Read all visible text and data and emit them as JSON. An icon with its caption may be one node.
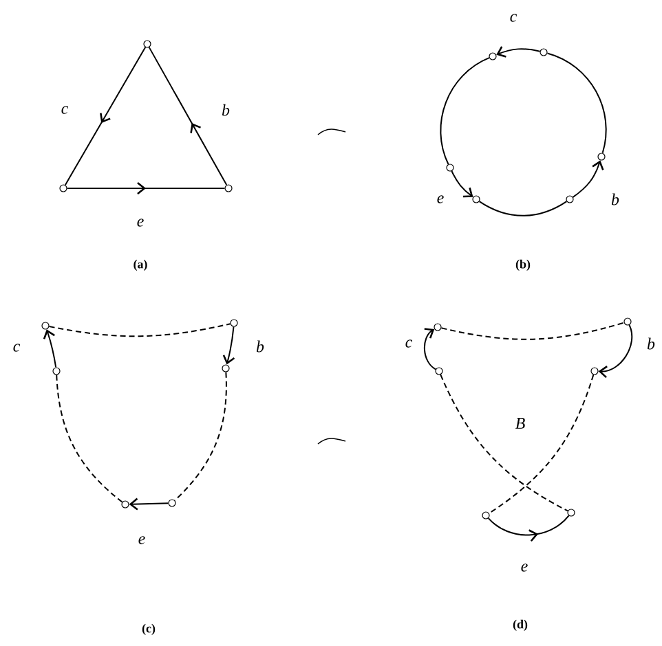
{
  "diagram": {
    "nodes": [
      {
        "text": [],
        "shape": "circle"
      },
      {
        "text": [],
        "shape": "circle"
      },
      {
        "text": [],
        "shape": "circle"
      },
      {
        "text": [],
        "shape": "circle"
      },
      {
        "text": [],
        "shape": "circle"
      },
      {
        "text": [],
        "shape": "circle"
      },
      {
        "text": [],
        "shape": "circle"
      },
      {
        "text": [],
        "shape": "circle"
      },
      {
        "text": [],
        "shape": "circle"
      },
      {
        "text": [],
        "shape": "circle"
      },
      {
        "text": [],
        "shape": "circle"
      },
      {
        "text": [],
        "shape": "circle"
      },
      {
        "text": [],
        "shape": "circle"
      },
      {
        "text": [],
        "shape": "circle"
      },
      {
        "text": [],
        "shape": "circle"
      },
      {
        "text": [],
        "shape": "circle"
      },
      {
        "text": [],
        "shape": "circle"
      },
      {
        "text": [],
        "shape": "circle"
      },
      {
        "text": [],
        "shape": "circle"
      },
      {
        "text": [],
        "shape": "circle"
      },
      {
        "text": [],
        "shape": "circle"
      }
    ],
    "edges": [
      {
        "from": 0,
        "to": 1,
        "arrow": "to",
        "label": "c"
      },
      {
        "from": 2,
        "to": 0,
        "arrow": "to",
        "label": "b"
      },
      {
        "from": 1,
        "to": 2,
        "arrow": "to",
        "label": "e"
      },
      {
        "from": 4,
        "to": 3,
        "arrow": "to",
        "label": "c"
      },
      {
        "from": 3,
        "to": 8,
        "arrow": "none"
      },
      {
        "from": 8,
        "to": 7,
        "arrow": "to",
        "label": "e"
      },
      {
        "from": 7,
        "to": 6,
        "arrow": "none"
      },
      {
        "from": 6,
        "to": 5,
        "arrow": "to",
        "label": "b"
      },
      {
        "from": 5,
        "to": 4,
        "arrow": "none"
      },
      {
        "from": 9,
        "to": 10,
        "arrow": "none",
        "style": "dashed"
      },
      {
        "from": 11,
        "to": 9,
        "arrow": "to",
        "label": "c"
      },
      {
        "from": 10,
        "to": 12,
        "arrow": "to",
        "label": "b"
      },
      {
        "from": 11,
        "to": 13,
        "arrow": "none",
        "style": "dashed"
      },
      {
        "from": 12,
        "to": 14,
        "arrow": "none",
        "style": "dashed"
      },
      {
        "from": 14,
        "to": 13,
        "arrow": "to",
        "label": "e"
      },
      {
        "from": 15,
        "to": 16,
        "arrow": "none",
        "style": "dashed"
      },
      {
        "from": 17,
        "to": 15,
        "arrow": "to",
        "label": "c"
      },
      {
        "from": 16,
        "to": 18,
        "arrow": "to",
        "label": "b"
      },
      {
        "from": 17,
        "to": 20,
        "arrow": "none",
        "style": "dashed"
      },
      {
        "from": 18,
        "to": 19,
        "arrow": "none",
        "style": "dashed"
      },
      {
        "from": 19,
        "to": 20,
        "arrow": "to",
        "label": "e"
      }
    ],
    "labels": [
      "(a)",
      "(b)",
      "B",
      "(c)",
      "(d)"
    ]
  }
}
